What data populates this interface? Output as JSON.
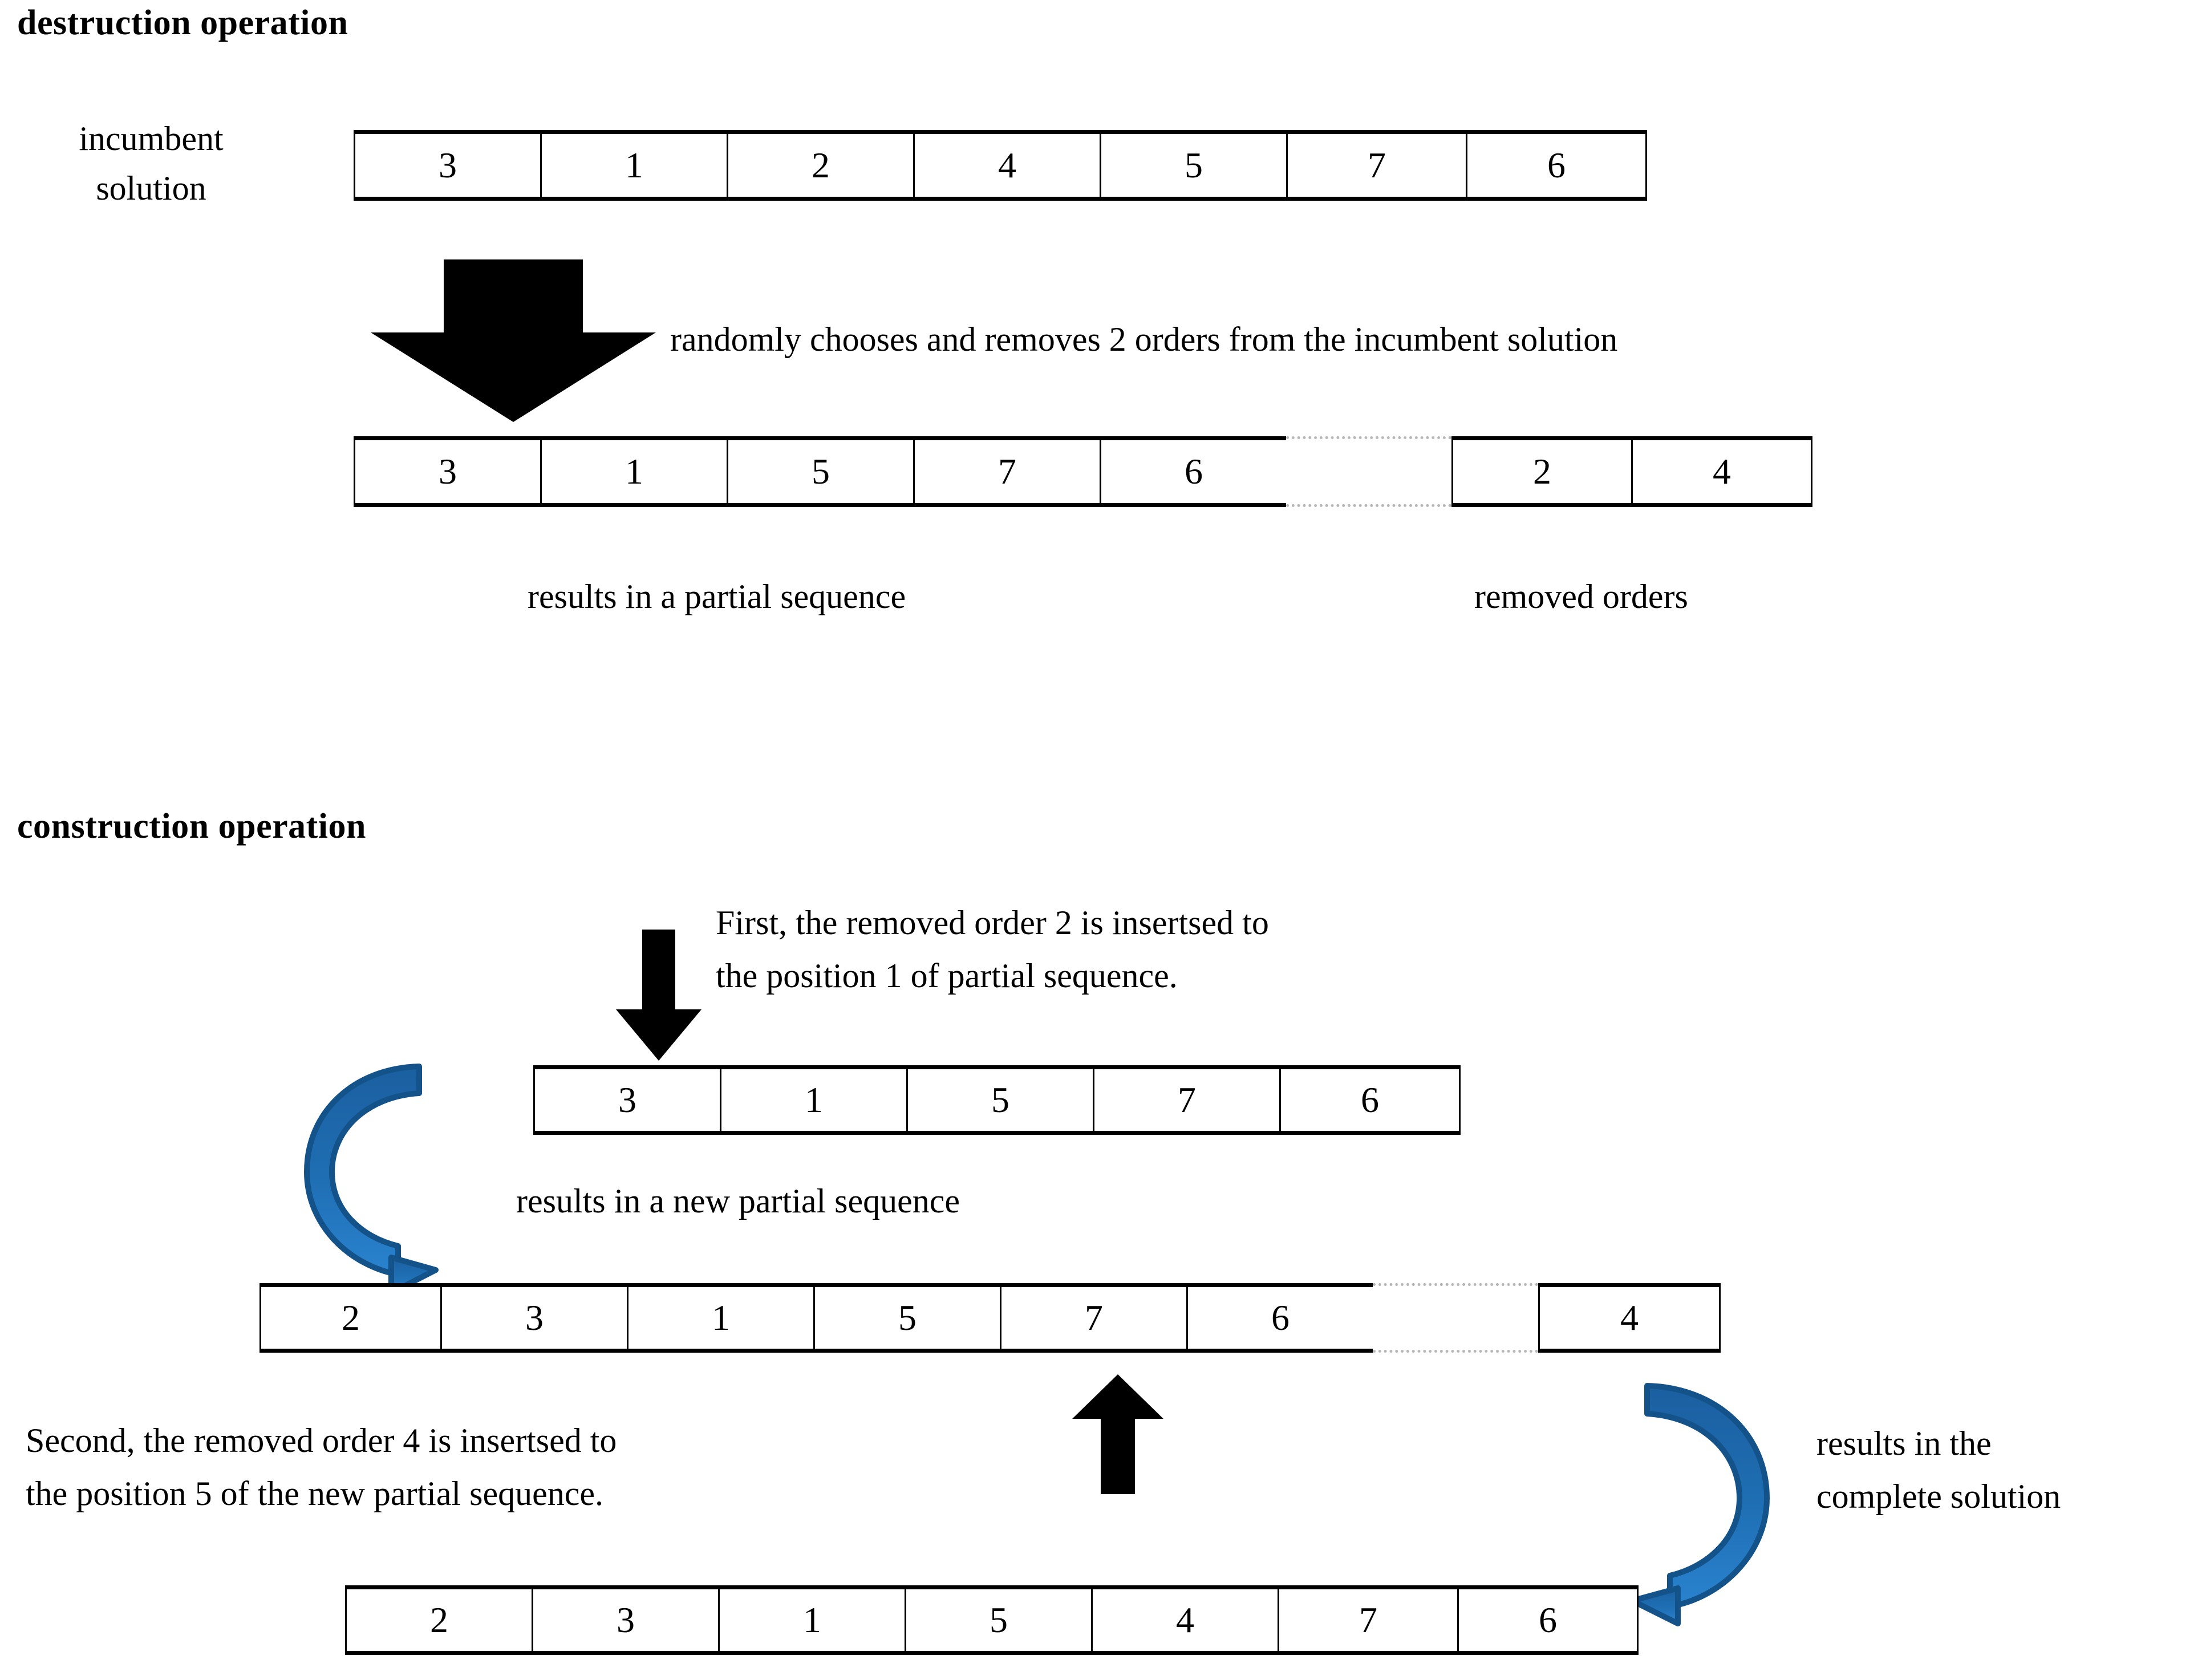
{
  "figure": {
    "type": "diagram",
    "description": "destruction and construction operation of an iterated greedy algorithm on an order sequence"
  },
  "destruction": {
    "title": "destruction operation",
    "incumbent_label_line1": "incumbent",
    "incumbent_label_line2": "solution",
    "incumbent_sequence": [
      "3",
      "1",
      "2",
      "4",
      "5",
      "7",
      "6"
    ],
    "arrow_caption": "randomly chooses and removes 2 orders from the incumbent solution",
    "partial_sequence": [
      "3",
      "1",
      "5",
      "7",
      "6"
    ],
    "removed_orders": [
      "2",
      "4"
    ],
    "partial_caption": "results in a partial sequence",
    "removed_caption": "removed orders"
  },
  "construction": {
    "title": "construction operation",
    "first_step_line1": "First, the removed order 2 is insertsed to",
    "first_step_line2": "the position 1 of partial sequence.",
    "partial_sequence": [
      "3",
      "1",
      "5",
      "7",
      "6"
    ],
    "new_partial_caption": "results in a new partial sequence",
    "new_partial_sequence": [
      "2",
      "3",
      "1",
      "5",
      "7",
      "6"
    ],
    "new_partial_removed": [
      "4"
    ],
    "second_step_line1": "Second, the removed order 4 is insertsed to",
    "second_step_line2": "the position 5 of the new partial sequence.",
    "complete_caption_line1": "results in the",
    "complete_caption_line2": "complete solution",
    "complete_sequence": [
      "2",
      "3",
      "1",
      "5",
      "4",
      "7",
      "6"
    ]
  },
  "colors": {
    "blue_arrow": "#1F6FB4",
    "blue_arrow_dark": "#14538A",
    "black": "#000000",
    "dashed_gap": "#b8b8b8"
  },
  "icons": {
    "down_arrow_wide": "down-arrow-wide-icon",
    "down_arrow_narrow": "down-arrow-narrow-icon",
    "up_arrow": "up-arrow-icon",
    "curved_arrow_left": "curved-arrow-clockwise-icon",
    "curved_arrow_right": "curved-arrow-counterclockwise-icon"
  }
}
